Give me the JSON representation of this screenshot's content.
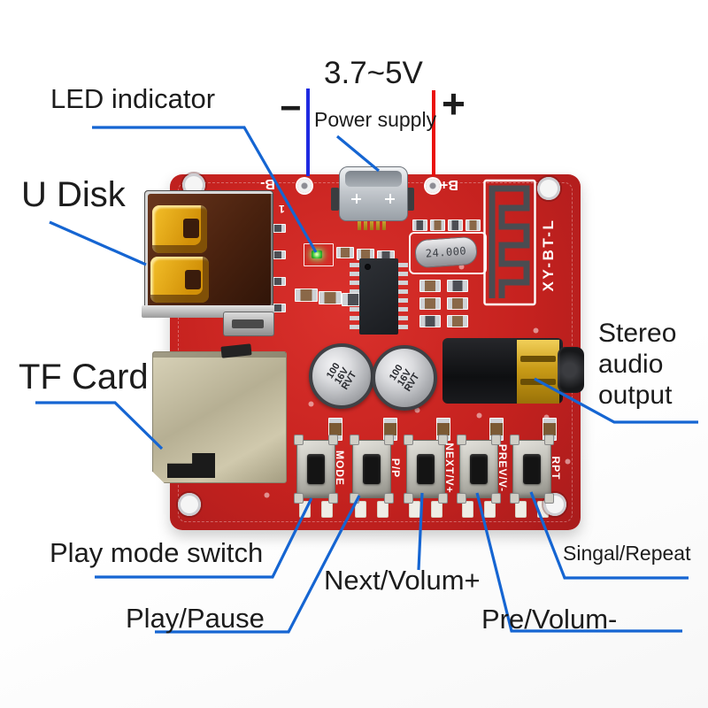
{
  "colors": {
    "board_red": "#c6221f",
    "pointer_line_blue": "#1565d2",
    "power_negative_blue": "#1f2ae0",
    "power_positive_red": "#ea100d",
    "label_text": "#1c1c1c",
    "silkscreen_white": "#ffffff",
    "led_green": "#35c230"
  },
  "power": {
    "voltage": "3.7~5V",
    "label": "Power supply",
    "minus": "−",
    "plus": "+"
  },
  "callouts": {
    "led": "LED indicator",
    "u_disk": "U Disk",
    "tf_card": "TF Card",
    "stereo": [
      "Stereo",
      "audio",
      "output"
    ],
    "play_mode": "Play mode switch",
    "play_pause": "Play/Pause",
    "next_volume": "Next/Volum+",
    "pre_volume": "Pre/Volum-",
    "signal_repeat": "Singal/Repeat"
  },
  "board": {
    "model": "XY-BT-L",
    "pad_negative": "B-",
    "pad_positive": "B+",
    "silk_one": "1",
    "crystal": "24.000",
    "capacitor": [
      "100",
      "16V",
      "RVT"
    ],
    "buttons": [
      "MODE",
      "P/P",
      "NEXT/V+",
      "PREV/V-",
      "RPT"
    ]
  }
}
